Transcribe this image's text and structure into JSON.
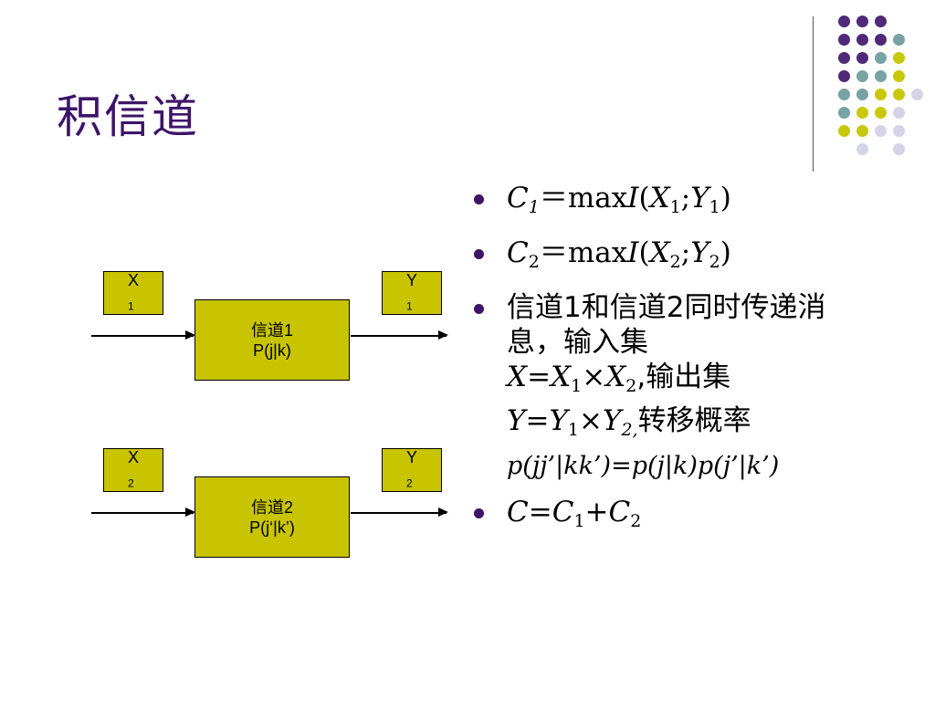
{
  "title": "积信道",
  "colors": {
    "title": "#3d1468",
    "box_fill": "#c8c400",
    "bullet": "#3d1468",
    "dot_purple": "#4e2a78",
    "dot_teal": "#79a3a3",
    "dot_yellow": "#c8c80a",
    "dot_lavender": "#d4d4e6"
  },
  "diagram": {
    "x1_label": "X",
    "x1_sub": "1",
    "y1_label": "Y",
    "y1_sub": "1",
    "x2_label": "X",
    "x2_sub": "2",
    "y2_label": "Y",
    "y2_sub": "2",
    "channel1_name": "信道1",
    "channel1_prob": "P(j|k)",
    "channel2_name": "信道2",
    "channel2_prob": "P(j‘|k’)"
  },
  "bullets": {
    "b1": {
      "c": "C",
      "c_sub": "1",
      "eq": "＝max",
      "i": "I",
      "open": "(",
      "x": "X",
      "x_sub": "1",
      "semi": ";",
      "y": "Y",
      "y_sub": "1",
      "close": ")"
    },
    "b2": {
      "c": "C",
      "c_sub": "2",
      "eq": "＝max",
      "i": "I",
      "open": "(",
      "x": "X",
      "x_sub": "2",
      "semi": ";",
      "y": "Y",
      "y_sub": "2",
      "close": ")"
    },
    "b3": {
      "text1": "信道1和信道2同时传递消息，输入集",
      "x": "X",
      "eq1": "=",
      "x1": "X",
      "x1_sub": "1",
      "times1": "×",
      "x2": "X",
      "x2_sub": "2",
      "tail1": ",输出集",
      "y": "Y",
      "eq2": "=",
      "y1": "Y",
      "y1_sub": "1",
      "times2": "×",
      "y2": "Y",
      "y2_sub": "2,",
      "tail2": "转移概率",
      "formula": "p(jj’|kk’)=p(j|k)p(j’|k’)"
    },
    "b4": {
      "c": "C",
      "eq": "=",
      "c1": "C",
      "c1_sub": "1",
      "plus": "+",
      "c2": "C",
      "c2_sub": "2"
    }
  }
}
